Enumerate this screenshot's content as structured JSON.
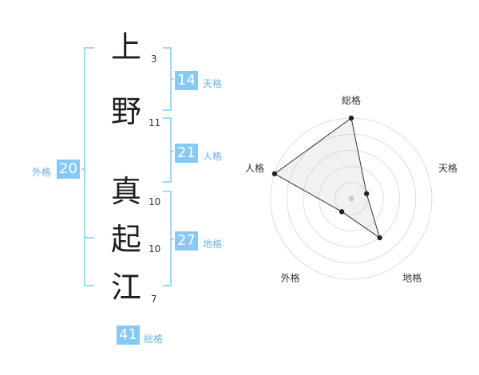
{
  "name": {
    "chars": [
      {
        "kanji": "上",
        "strokes": "3"
      },
      {
        "kanji": "野",
        "strokes": "11"
      },
      {
        "kanji": "真",
        "strokes": "10"
      },
      {
        "kanji": "起",
        "strokes": "10"
      },
      {
        "kanji": "江",
        "strokes": "7"
      }
    ]
  },
  "kakusu": {
    "tenkaku": {
      "value": "14",
      "label": "天格"
    },
    "jinkaku": {
      "value": "21",
      "label": "人格"
    },
    "chikaku": {
      "value": "27",
      "label": "地格"
    },
    "gaikaku": {
      "value": "20",
      "label": "外格"
    },
    "soukaku": {
      "value": "41",
      "label": "総格"
    }
  },
  "colors": {
    "accent": "#85c9f5",
    "accent_text": "#6ab4e6",
    "bracket": "#85c9f5",
    "ring": "#dddddd",
    "fill": "#f0f0f0"
  },
  "chart_data": {
    "type": "radar",
    "axes": [
      "総格",
      "天格",
      "地格",
      "外格",
      "人格"
    ],
    "values": [
      1.0,
      0.2,
      0.6,
      0.2,
      1.0
    ],
    "range": [
      0,
      1
    ],
    "rings": 5
  }
}
